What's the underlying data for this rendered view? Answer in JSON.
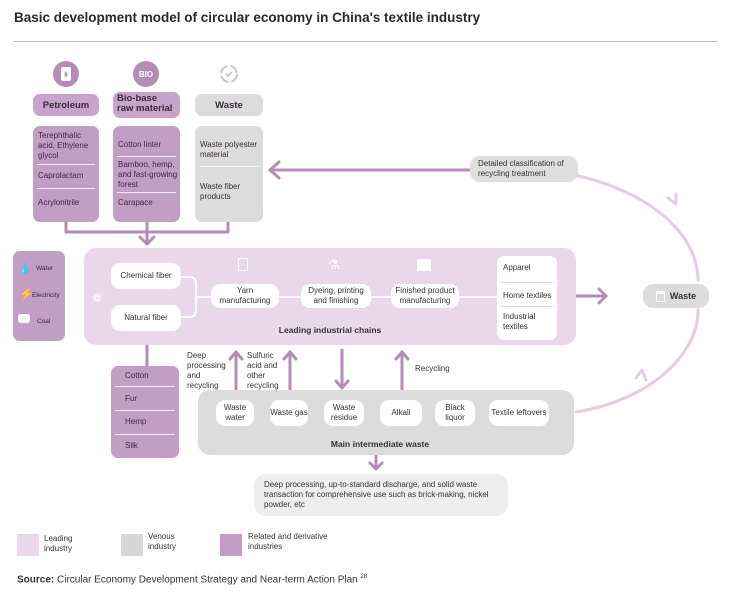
{
  "title": "Basic development model of circular economy in China's textile industry",
  "sources": {
    "petroleum": {
      "label": "Petroleum",
      "items": [
        "Terephthalic acid, Ethylene glycol",
        "Caprolactam",
        "Acrylonitrile"
      ]
    },
    "bio": {
      "icon_text": "BIO",
      "label": "Bio-base raw material",
      "items": [
        "Cotton linter",
        "Bamboo, hemp, and fast-growing forest",
        "Carapace"
      ]
    },
    "waste": {
      "label": "Waste",
      "items": [
        "Waste polyester material",
        "Waste fiber products"
      ]
    }
  },
  "recycling_treatment": "Detailed classification of recycling treatment",
  "utilities": [
    "Water",
    "Electricity",
    "Coal"
  ],
  "chain": {
    "fibers": [
      "Chemical fiber",
      "Natural fiber"
    ],
    "steps": [
      "Yarn manufacturing",
      "Dyeing, printing and finishing",
      "Finished product manufacturing"
    ],
    "products": [
      "Apparel",
      "Home textiles",
      "Industrial textiles"
    ],
    "label": "Leading industrial chains"
  },
  "waste_node": "Waste",
  "natural_inputs": [
    "Cotton",
    "Fur",
    "Hemp",
    "Silk"
  ],
  "flow_labels": {
    "deep": "Deep processing and recycling",
    "sulfuric": "Sulfuric acid and other recycling",
    "recycling": "Recycling"
  },
  "intermediate": {
    "items": [
      "Waste water",
      "Waste gas",
      "Waste residue",
      "Alkali",
      "Black liquor",
      "Textile leftovers"
    ],
    "label": "Main intermediate waste"
  },
  "disposal_note": "Deep processing, up-to-standard discharge, and solid waste transaction for comprehensive use such as brick-making, nickel powder, etc",
  "legend": [
    {
      "label": "Leading industry",
      "color": "#ead8ea"
    },
    {
      "label": "Venous industry",
      "color": "#d7d7d7"
    },
    {
      "label": "Related and derivative industries",
      "color": "#c29ec5"
    }
  ],
  "source": {
    "prefix": "Source:",
    "text": "Circular Economy Development Strategy and Near-term Action Plan",
    "sup": "28"
  },
  "colors": {
    "leading": "#ead8ea",
    "venous": "#dcdcdc",
    "related": "#c29ec5",
    "arrow": "#b48db6"
  }
}
